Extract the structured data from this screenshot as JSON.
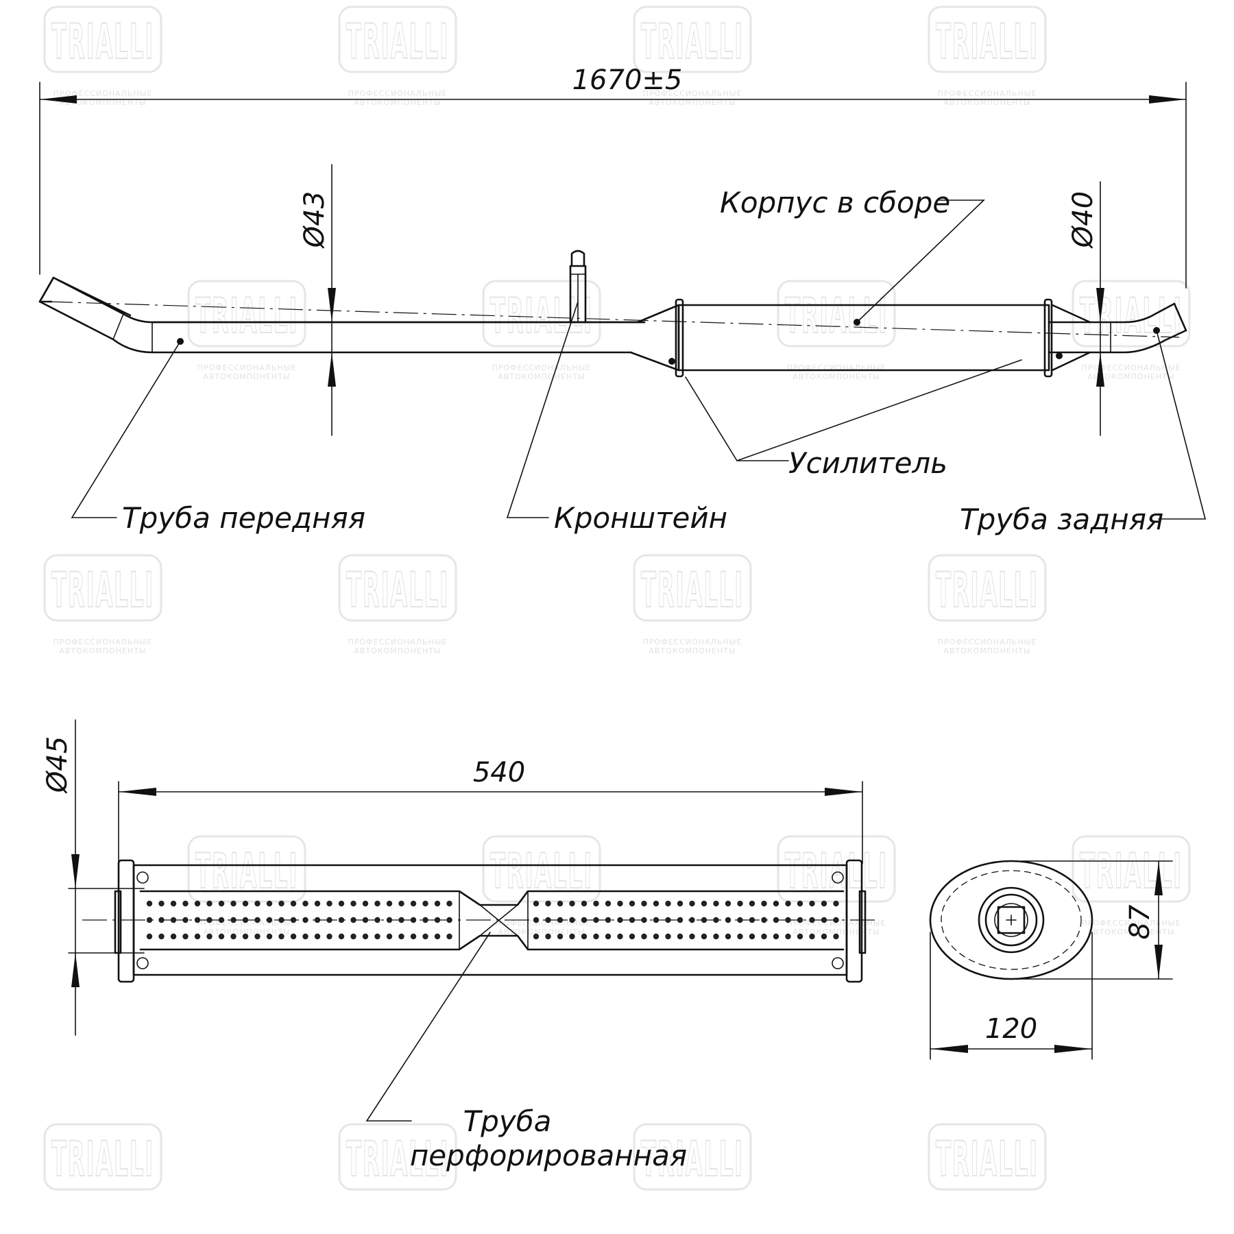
{
  "watermark": {
    "brand": "TRIALLI",
    "tagline_1": "ПРОФЕССИОНАЛЬНЫЕ",
    "tagline_2": "АВТОКОМПОНЕНТЫ"
  },
  "dimensions": {
    "overall_length": "1670±5",
    "front_pipe_diameter": "Ø43",
    "rear_pipe_diameter": "Ø40",
    "perforated_diameter": "Ø45",
    "body_length": "540",
    "body_height": "87",
    "body_width": "120"
  },
  "labels": {
    "body_assembly": "Корпус в сборе",
    "reinforcement": "Усилитель",
    "front_pipe": "Труба передняя",
    "bracket": "Кронштейн",
    "rear_pipe": "Труба задняя",
    "perforated_pipe_line1": "Труба",
    "perforated_pipe_line2": "перфорированная"
  },
  "colors": {
    "line": "#111111",
    "watermark": "#e3e3e3"
  }
}
